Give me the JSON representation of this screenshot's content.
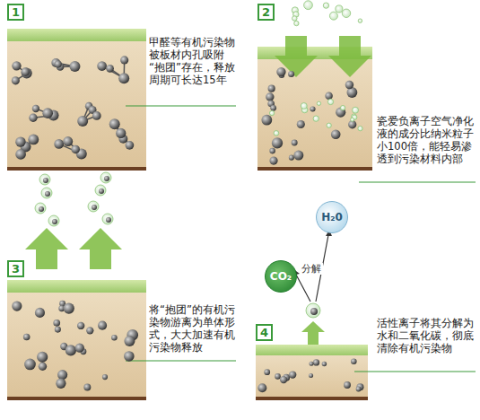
{
  "diagram": {
    "nodes": [
      {
        "text": [
          "1"
        ]
      },
      {
        "text": [
          "2"
        ]
      },
      {
        "text": [
          "3"
        ]
      },
      {
        "text": [
          "4"
        ]
      },
      {
        "text": [
          "H₂0"
        ]
      },
      {
        "text": [
          "CO₂"
        ]
      }
    ],
    "labels": [
      "甲醛等有机污染物被板材内孔吸附“抱团”存在，释放周期可长达15年",
      "瓷爱负离子空气净化液的成分比纳米粒子小100倍，能轻易渗透到污染材料内部",
      "将“抱团”的有机污染物游离为单体形式，大大加速有机污染物释放",
      "活性离子将其分解为水和二氧化碳，彻底清除有机污染物",
      "分解"
    ]
  }
}
